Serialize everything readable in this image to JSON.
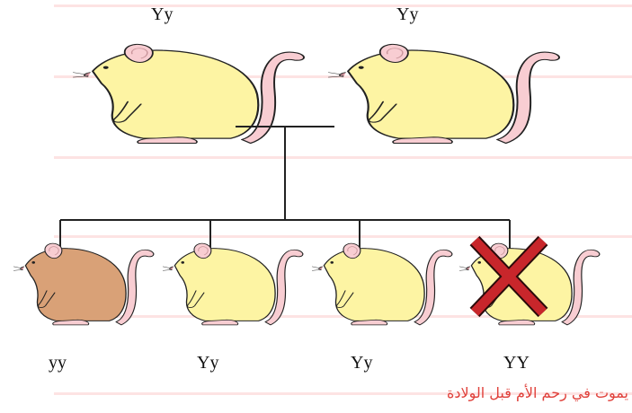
{
  "parents": [
    {
      "genotype": "Yy",
      "color": "#fdf4a3"
    },
    {
      "genotype": "Yy",
      "color": "#fdf4a3"
    }
  ],
  "offspring": [
    {
      "genotype": "yy",
      "color": "#d9a177",
      "crossed_out": false
    },
    {
      "genotype": "Yy",
      "color": "#fdf4a3",
      "crossed_out": false
    },
    {
      "genotype": "Yy",
      "color": "#fdf4a3",
      "crossed_out": false
    },
    {
      "genotype": "YY",
      "color": "#fdf4a3",
      "crossed_out": true
    }
  ],
  "note": "يموت في رحم الأم قبل الولادة",
  "colors": {
    "tail": "#f8cdd2",
    "outline": "#222222",
    "cross": "#c8262b",
    "note": "#e0413b",
    "lines": "#222222"
  }
}
